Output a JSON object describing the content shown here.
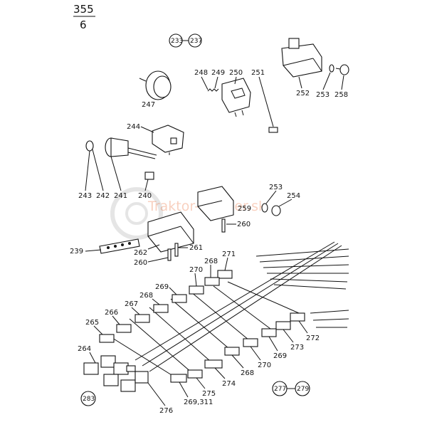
{
  "page_number": {
    "top": "355",
    "bottom": "6"
  },
  "watermark": "Traktor-Partner.sk",
  "reference_groups": [
    {
      "id": "ref-233-237",
      "from": "233",
      "to": "237"
    },
    {
      "id": "ref-277-279",
      "from": "277",
      "to": "279"
    },
    {
      "id": "ref-283",
      "label": "283"
    }
  ],
  "callouts": [
    "355",
    "6",
    "247",
    "248",
    "249",
    "250",
    "251",
    "252",
    "253",
    "258",
    "244",
    "243",
    "242",
    "241",
    "240",
    "253",
    "254",
    "259",
    "260",
    "262",
    "261",
    "239",
    "260",
    "271",
    "268",
    "270",
    "269",
    "268",
    "267",
    "266",
    "265",
    "264",
    "272",
    "273",
    "269",
    "270",
    "268",
    "274",
    "275",
    "269,311",
    "276"
  ]
}
